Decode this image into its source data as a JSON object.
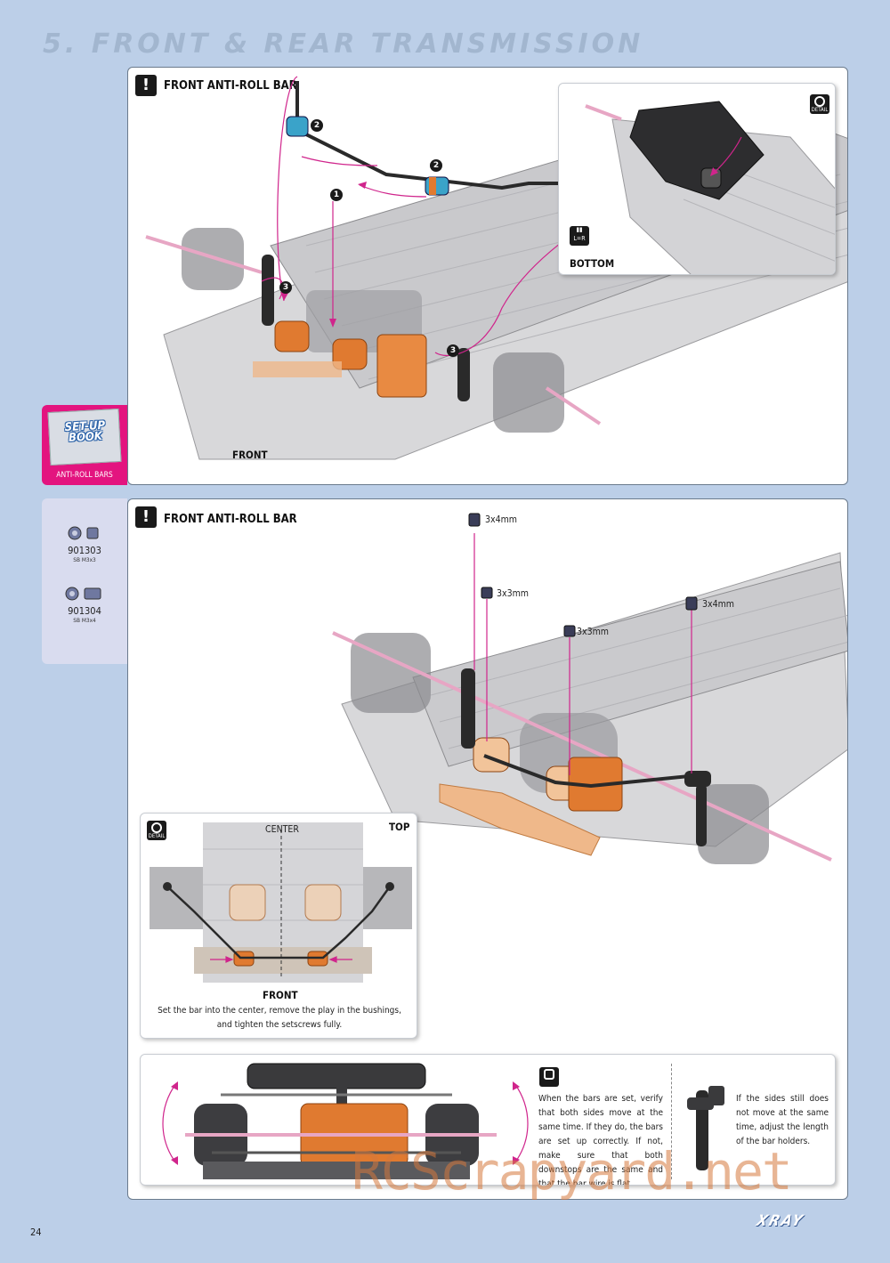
{
  "page": {
    "title": "5. FRONT & REAR TRANSMISSION",
    "number": "24",
    "brand": "XRAY",
    "watermark": "RCScrapyard.net"
  },
  "panel_top": {
    "warning_symbol": "!",
    "header": "FRONT ANTI-ROLL BAR",
    "front_label": "FRONT",
    "steps": [
      "1",
      "2",
      "2",
      "3",
      "3"
    ],
    "detail": {
      "icon_text": "DETAIL",
      "lr_icon_text": "L=R",
      "bottom_label": "BOTTOM"
    }
  },
  "setup_book": {
    "title": "SET-UP BOOK",
    "label": "ANTI-ROLL BARS"
  },
  "parts": [
    {
      "code": "901303",
      "desc": "SB M3x3"
    },
    {
      "code": "901304",
      "desc": "SB M3x4"
    }
  ],
  "panel_bottom": {
    "warning_symbol": "!",
    "header": "FRONT ANTI-ROLL BAR",
    "screws": [
      "3x4mm",
      "3x3mm",
      "3x3mm",
      "3x4mm"
    ],
    "detail": {
      "icon_text": "DETAIL",
      "center_label": "CENTER",
      "top_label": "TOP",
      "front_label": "FRONT",
      "caption": "Set the bar into the center, remove the play in the bushings, and tighten the setscrews fully."
    },
    "notes": {
      "left": "When the bars are set, verify that both sides move at the same time. If they do, the bars are set up correctly. If not, make sure that both downstops are the same and that the bar wire is flat.",
      "right": "If the sides still does not move at the same time, adjust the length of the bar holders."
    }
  },
  "colors": {
    "background": "#bccfe8",
    "accent_pink": "#e3147f",
    "aluminum_orange": "#e07a30",
    "arrow_magenta": "#d0258c",
    "parts_tab": "#d9dcef"
  }
}
